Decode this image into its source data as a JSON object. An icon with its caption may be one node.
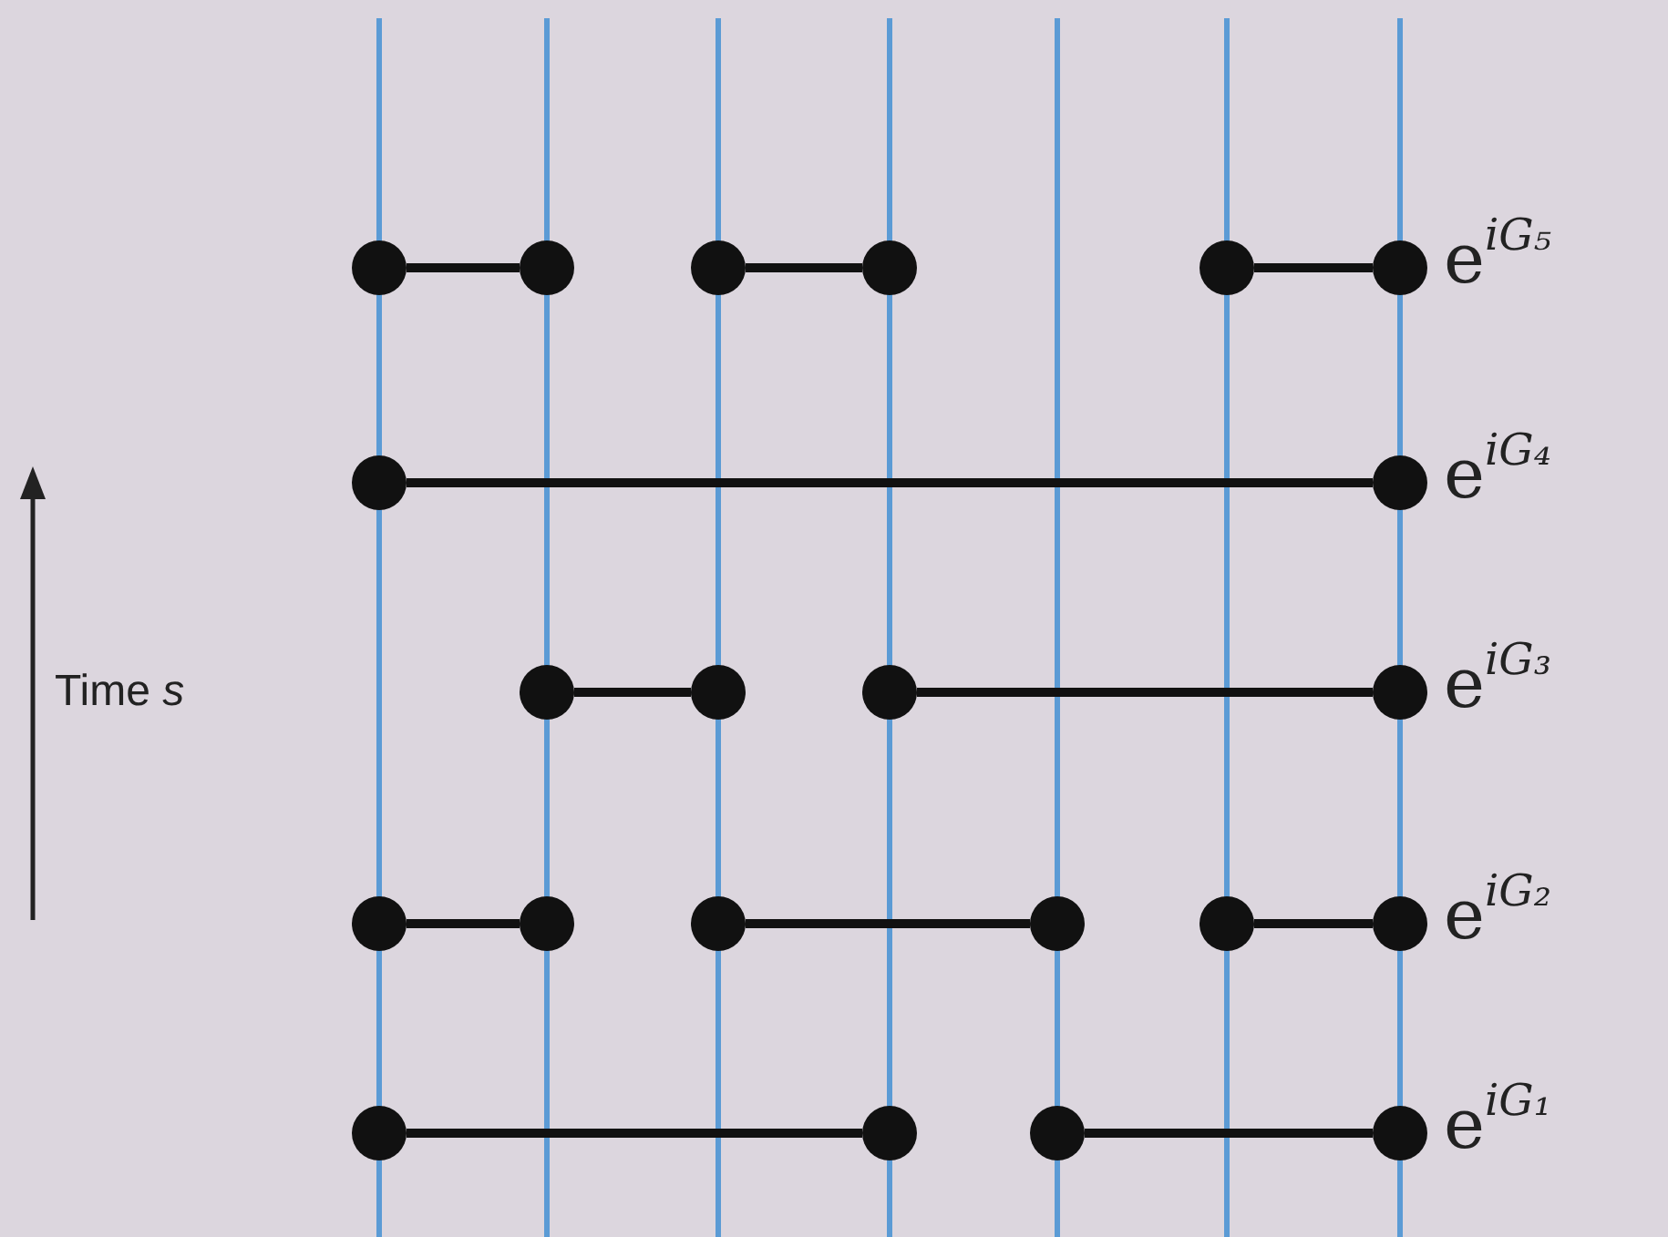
{
  "diagram": {
    "nodes": [
      {
        "text": [],
        "shape": "circle"
      },
      {
        "text": [],
        "shape": "circle"
      },
      {
        "text": [],
        "shape": "circle"
      },
      {
        "text": [],
        "shape": "circle"
      },
      {
        "text": [],
        "shape": "circle"
      },
      {
        "text": [],
        "shape": "circle"
      },
      {
        "text": [],
        "shape": "circle"
      },
      {
        "text": [],
        "shape": "circle"
      },
      {
        "text": [],
        "shape": "circle"
      },
      {
        "text": [],
        "shape": "circle"
      },
      {
        "text": [],
        "shape": "circle"
      },
      {
        "text": [],
        "shape": "circle"
      },
      {
        "text": [],
        "shape": "circle"
      },
      {
        "text": [],
        "shape": "circle"
      },
      {
        "text": [],
        "shape": "circle"
      },
      {
        "text": [],
        "shape": "circle"
      },
      {
        "text": [],
        "shape": "circle"
      },
      {
        "text": [],
        "shape": "circle"
      },
      {
        "text": [],
        "shape": "circle"
      },
      {
        "text": [],
        "shape": "circle"
      },
      {
        "text": [],
        "shape": "circle"
      },
      {
        "text": [],
        "shape": "circle"
      }
    ],
    "edges": [
      {
        "from": 0,
        "to": 1,
        "arrow": "none"
      },
      {
        "from": 2,
        "to": 3,
        "arrow": "none"
      },
      {
        "from": 4,
        "to": 5,
        "arrow": "none"
      },
      {
        "from": 6,
        "to": 7,
        "arrow": "none"
      },
      {
        "from": 8,
        "to": 9,
        "arrow": "none"
      },
      {
        "from": 10,
        "to": 11,
        "arrow": "none"
      },
      {
        "from": 12,
        "to": 13,
        "arrow": "none"
      },
      {
        "from": 14,
        "to": 15,
        "arrow": "none"
      },
      {
        "from": 16,
        "to": 17,
        "arrow": "none"
      },
      {
        "from": 18,
        "to": 19,
        "arrow": "none"
      },
      {
        "from": 20,
        "to": 21,
        "arrow": "none"
      }
    ],
    "labels": [
      "e$^{iG₅}$",
      "e$^{iG₄}$",
      "Time *s*",
      "e$^{iG₃}$",
      "e$^{iG₂}$",
      "e$^{iG₁}$"
    ]
  }
}
